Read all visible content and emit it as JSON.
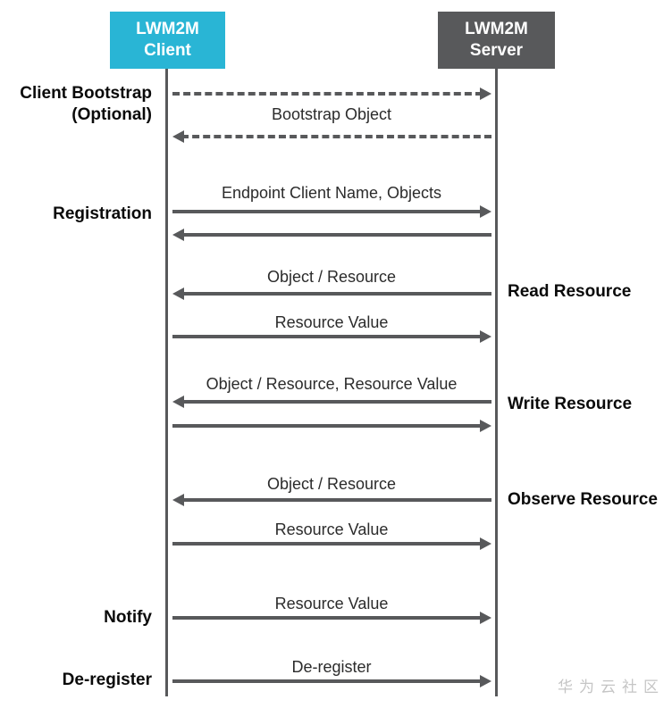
{
  "colors": {
    "client_box": "#29b5d5",
    "server_box": "#58595b",
    "arrow": "#58595b",
    "label_text": "#0a0a0a",
    "message_text": "#2b2b2b",
    "watermark_text": "#c5c5c5"
  },
  "actors": {
    "client": "LWM2M\nClient",
    "server": "LWM2M\nServer"
  },
  "phase_labels_left": {
    "client_bootstrap": "Client Bootstrap\n(Optional)",
    "registration": "Registration",
    "notify": "Notify",
    "deregister": "De-register"
  },
  "operation_labels_right": {
    "read": "Read Resource",
    "write": "Write Resource",
    "observe": "Observe Resource"
  },
  "messages": {
    "bootstrap_request": {
      "label": "",
      "direction": "client-to-server",
      "line_style": "dashed"
    },
    "bootstrap_object": {
      "label": "Bootstrap Object",
      "direction": "server-to-client",
      "line_style": "dashed"
    },
    "register_request": {
      "label": "Endpoint Client Name, Objects",
      "direction": "client-to-server",
      "line_style": "solid"
    },
    "register_response": {
      "label": "",
      "direction": "server-to-client",
      "line_style": "solid"
    },
    "read_request": {
      "label": "Object / Resource",
      "direction": "server-to-client",
      "line_style": "solid"
    },
    "read_response": {
      "label": "Resource Value",
      "direction": "client-to-server",
      "line_style": "solid"
    },
    "write_request": {
      "label": "Object / Resource, Resource Value",
      "direction": "server-to-client",
      "line_style": "solid"
    },
    "write_response": {
      "label": "",
      "direction": "client-to-server",
      "line_style": "solid"
    },
    "observe_request": {
      "label": "Object / Resource",
      "direction": "server-to-client",
      "line_style": "solid"
    },
    "observe_response": {
      "label": "Resource Value",
      "direction": "client-to-server",
      "line_style": "solid"
    },
    "notify_message": {
      "label": "Resource Value",
      "direction": "client-to-server",
      "line_style": "solid"
    },
    "deregister_message": {
      "label": "De-register",
      "direction": "client-to-server",
      "line_style": "solid"
    }
  },
  "watermark": "华为云社区"
}
